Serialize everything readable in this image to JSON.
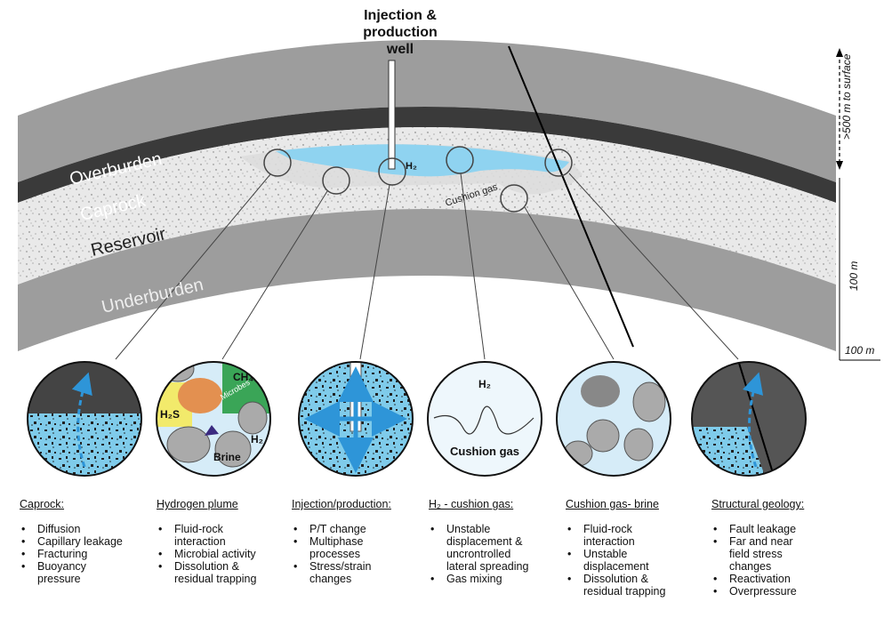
{
  "diagram": {
    "well_label_lines": [
      "Injection &",
      "production",
      "well"
    ],
    "layers": {
      "overburden": "Overburden",
      "caprock": "Caprock",
      "reservoir": "Reservoir",
      "underburden": "Underburden"
    },
    "gas_labels": {
      "h2": "H₂",
      "cushion_gas": "Cushion gas"
    },
    "scale_labels": {
      "to_surface": ">500 m to surface",
      "thickness": "100 m",
      "horizontal": "100 m"
    },
    "insets": {
      "plume_ch4": "CH₄",
      "plume_microbes": "Microbes",
      "plume_h2s": "H₂S",
      "plume_h2": "H₂",
      "plume_brine": "Brine",
      "cushion_h2": "H₂",
      "cushion_gas": "Cushion gas"
    },
    "colors": {
      "layer_grey": "#9d9d9d",
      "caprock": "#3a3a3a",
      "h2_blue": "#8fd3f0",
      "arrow_blue": "#2e95d8"
    }
  },
  "columns": [
    {
      "title": "Caprock:",
      "items": [
        "Diffusion",
        "Capillary leakage",
        "Fracturing",
        "Buoyancy\npressure"
      ]
    },
    {
      "title": "Hydrogen plume",
      "items": [
        "Fluid-rock\ninteraction",
        "Microbial activity",
        "Dissolution &\nresidual trapping"
      ]
    },
    {
      "title": "Injection/production:",
      "items": [
        "P/T change",
        "Multiphase\nprocesses",
        "Stress/strain\nchanges"
      ]
    },
    {
      "title": "H₂ - cushion gas:",
      "items": [
        "Unstable\ndisplacement &\nuncrontrolled\nlateral spreading",
        "Gas mixing"
      ]
    },
    {
      "title": "Cushion gas- brine",
      "items": [
        "Fluid-rock\ninteraction",
        "Unstable\ndisplacement",
        "Dissolution &\nresidual trapping"
      ]
    },
    {
      "title": "Structural geology:",
      "items": [
        "Fault leakage",
        "Far and near\nfield stress\nchanges",
        "Reactivation",
        "Overpressure"
      ]
    }
  ]
}
